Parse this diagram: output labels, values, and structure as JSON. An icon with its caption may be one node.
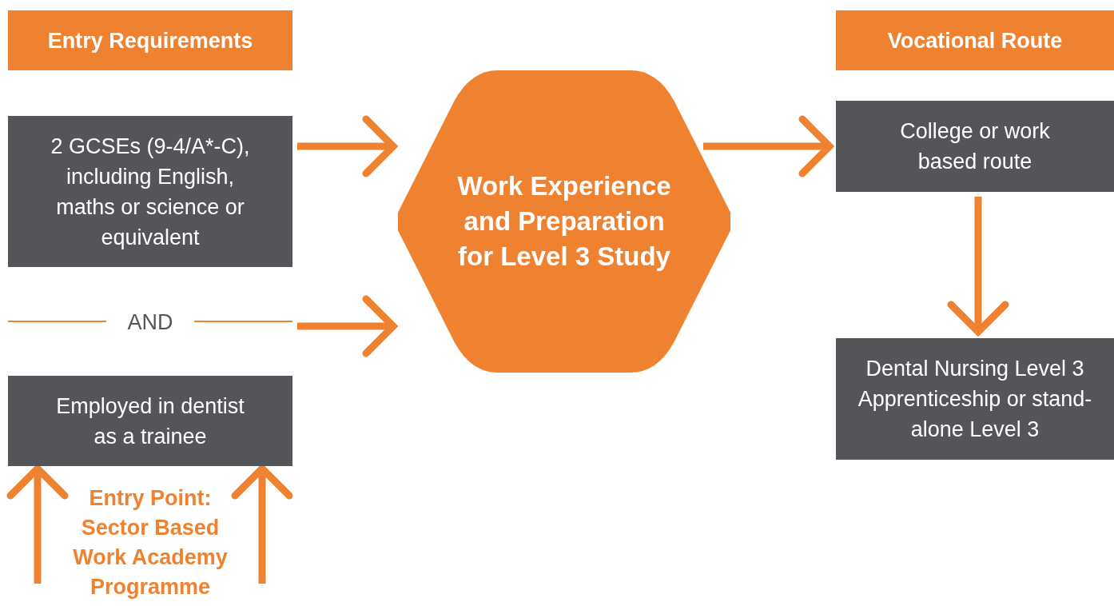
{
  "diagram": {
    "nodes": [
      {
        "text": [
          "Entry Requirements"
        ]
      },
      {
        "text": [
          "Vocational Route"
        ]
      },
      {
        "text": [
          "2 GCSEs (9-4/A*-C), including English, maths or science or equivalent"
        ]
      },
      {
        "text": [
          "AND"
        ]
      },
      {
        "text": [
          "Employed in dentist as a trainee"
        ]
      },
      {
        "text": [
          "Work Experience and Preparation for Level 3 Study"
        ]
      },
      {
        "text": [
          "College or work based route"
        ]
      },
      {
        "text": [
          "Dental Nursing Level 3 Apprenticeship or stand-alone Level 3"
        ]
      },
      {
        "text": [
          "Entry Point: Sector Based Work Academy Programme"
        ]
      }
    ],
    "edges": [
      {
        "from": 2,
        "to": 5,
        "arrow": "to"
      },
      {
        "from": null,
        "to": 5,
        "arrow": "to"
      },
      {
        "from": 5,
        "to": 6,
        "arrow": "to"
      },
      {
        "from": 6,
        "to": 7,
        "arrow": "to"
      },
      {
        "from": null,
        "to": 4,
        "arrow": "to"
      },
      {
        "from": null,
        "to": 4,
        "arrow": "to"
      }
    ]
  }
}
